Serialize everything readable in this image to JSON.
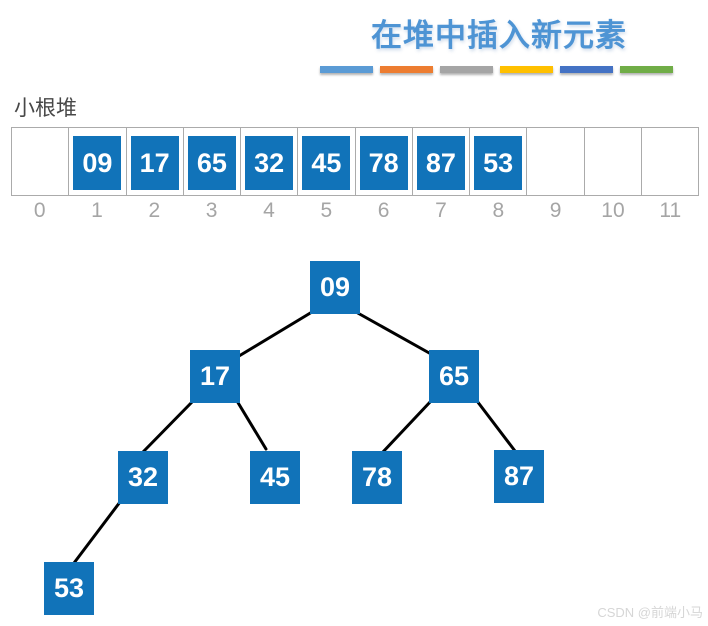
{
  "title": {
    "text": "在堆中插入新元素",
    "color": "#4E94D4"
  },
  "divider": {
    "dash_colors": [
      "#5B9BD5",
      "#ED7D31",
      "#A5A5A5",
      "#FFC000",
      "#4472C4",
      "#70AD47"
    ]
  },
  "heap": {
    "label": "小根堆",
    "node_color": "#1173B9",
    "array": {
      "values": [
        "",
        "09",
        "17",
        "65",
        "32",
        "45",
        "78",
        "87",
        "53",
        "",
        "",
        ""
      ],
      "indices": [
        "0",
        "1",
        "2",
        "3",
        "4",
        "5",
        "6",
        "7",
        "8",
        "9",
        "10",
        "11"
      ]
    },
    "tree": {
      "nodes": [
        {
          "value": "09"
        },
        {
          "value": "17"
        },
        {
          "value": "65"
        },
        {
          "value": "32"
        },
        {
          "value": "45"
        },
        {
          "value": "78"
        },
        {
          "value": "87"
        },
        {
          "value": "53"
        }
      ],
      "edges": [
        [
          "09",
          "17"
        ],
        [
          "09",
          "65"
        ],
        [
          "17",
          "32"
        ],
        [
          "17",
          "45"
        ],
        [
          "65",
          "78"
        ],
        [
          "65",
          "87"
        ],
        [
          "32",
          "53"
        ]
      ]
    }
  },
  "watermark": "CSDN @前端小马"
}
